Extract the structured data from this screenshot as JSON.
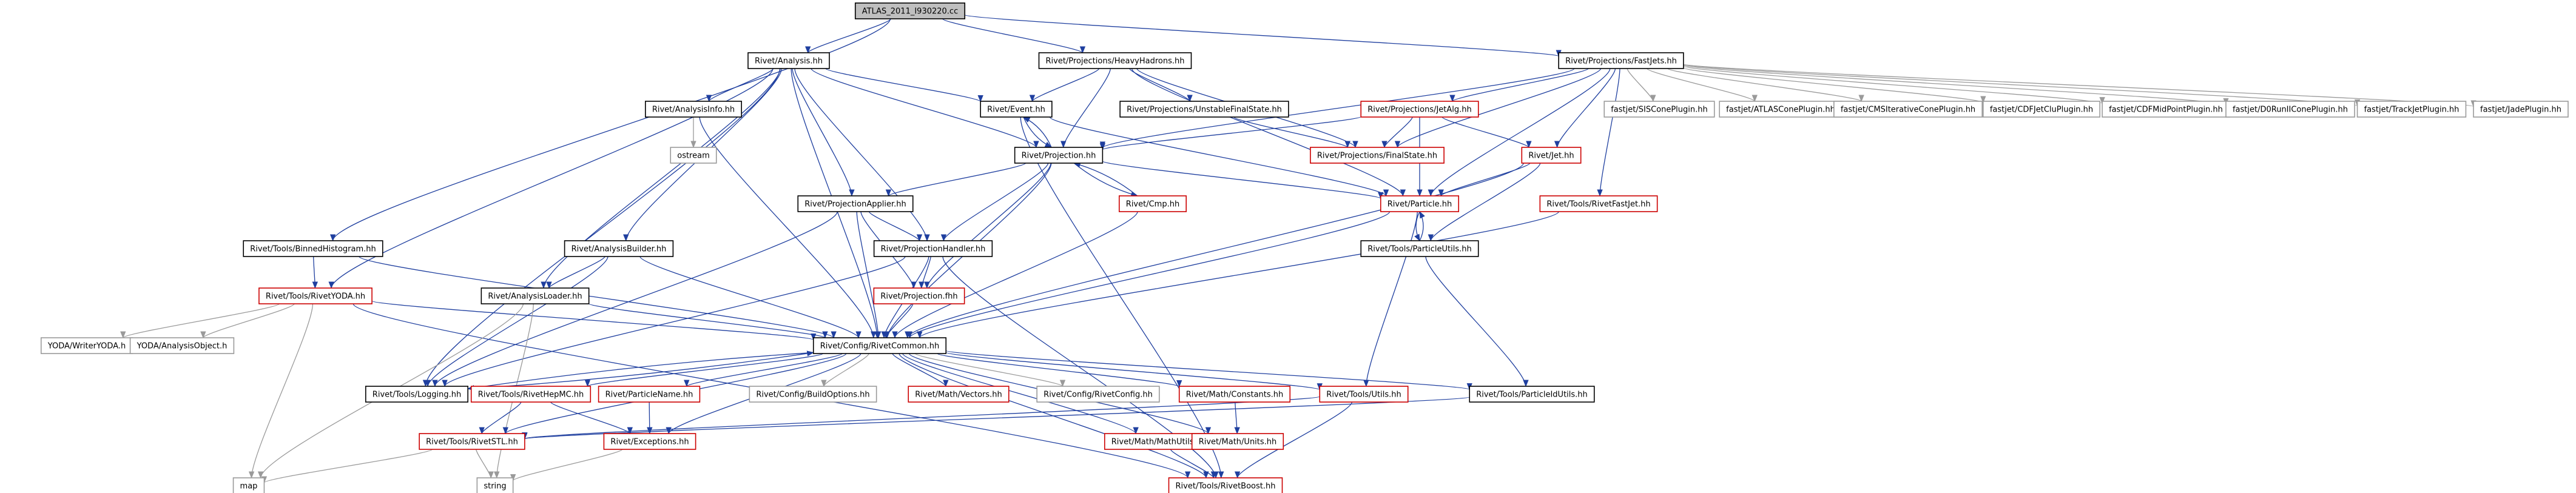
{
  "colors": {
    "black_border": "#000000",
    "red_border": "#cc0000",
    "gray_text": "#9a9a9a",
    "root_fill": "#bfbfbf",
    "edge_blue": "#1f3f9f",
    "edge_gray": "#9a9a9a",
    "text": "#000000"
  },
  "diagram": {
    "nodes": [
      {
        "id": "root",
        "label": "ATLAS_2011_I930220.cc",
        "style": "root"
      },
      {
        "id": "analysis",
        "label": "Rivet/Analysis.hh",
        "style": "black"
      },
      {
        "id": "heavyhadrons",
        "label": "Rivet/Projections/HeavyHadrons.hh",
        "style": "black"
      },
      {
        "id": "fastjets",
        "label": "Rivet/Projections/FastJets.hh",
        "style": "black"
      },
      {
        "id": "binnedhisto",
        "label": "Rivet/Tools/BinnedHistogram.hh",
        "style": "black"
      },
      {
        "id": "analysisinfo",
        "label": "Rivet/AnalysisInfo.hh",
        "style": "black"
      },
      {
        "id": "event",
        "label": "Rivet/Event.hh",
        "style": "black"
      },
      {
        "id": "unstablefs",
        "label": "Rivet/Projections/UnstableFinalState.hh",
        "style": "black"
      },
      {
        "id": "jetalg",
        "label": "Rivet/Projections/JetAlg.hh",
        "style": "red"
      },
      {
        "id": "siscone",
        "label": "fastjet/SISConePlugin.hh",
        "style": "gray"
      },
      {
        "id": "atlascone",
        "label": "fastjet/ATLASConePlugin.hh",
        "style": "gray"
      },
      {
        "id": "cmscone",
        "label": "fastjet/CMSIterativeConePlugin.hh",
        "style": "gray"
      },
      {
        "id": "cdfjetclu",
        "label": "fastjet/CDFJetCluPlugin.hh",
        "style": "gray"
      },
      {
        "id": "cdfmidpoint",
        "label": "fastjet/CDFMidPointPlugin.hh",
        "style": "gray"
      },
      {
        "id": "d0run2",
        "label": "fastjet/D0RunIIConePlugin.hh",
        "style": "gray"
      },
      {
        "id": "trackjet",
        "label": "fastjet/TrackJetPlugin.hh",
        "style": "gray"
      },
      {
        "id": "jade",
        "label": "fastjet/JadePlugin.hh",
        "style": "gray"
      },
      {
        "id": "ostream",
        "label": "ostream",
        "style": "gray"
      },
      {
        "id": "projection",
        "label": "Rivet/Projection.hh",
        "style": "black"
      },
      {
        "id": "finalstate",
        "label": "Rivet/Projections/FinalState.hh",
        "style": "red"
      },
      {
        "id": "jet",
        "label": "Rivet/Jet.hh",
        "style": "red"
      },
      {
        "id": "projapplier",
        "label": "Rivet/ProjectionApplier.hh",
        "style": "black"
      },
      {
        "id": "cmp",
        "label": "Rivet/Cmp.hh",
        "style": "red"
      },
      {
        "id": "particle",
        "label": "Rivet/Particle.hh",
        "style": "red"
      },
      {
        "id": "rivetfastjet",
        "label": "Rivet/Tools/RivetFastJet.hh",
        "style": "red"
      },
      {
        "id": "analysisbuilder",
        "label": "Rivet/AnalysisBuilder.hh",
        "style": "black"
      },
      {
        "id": "projhandler",
        "label": "Rivet/ProjectionHandler.hh",
        "style": "black"
      },
      {
        "id": "particleutils",
        "label": "Rivet/Tools/ParticleUtils.hh",
        "style": "black"
      },
      {
        "id": "rivetyoda",
        "label": "Rivet/Tools/RivetYODA.hh",
        "style": "red"
      },
      {
        "id": "analysisloader",
        "label": "Rivet/AnalysisLoader.hh",
        "style": "black"
      },
      {
        "id": "projectionfhh",
        "label": "Rivet/Projection.fhh",
        "style": "red"
      },
      {
        "id": "writeryoda",
        "label": "YODA/WriterYODA.h",
        "style": "gray"
      },
      {
        "id": "analysisobject",
        "label": "YODA/AnalysisObject.h",
        "style": "gray"
      },
      {
        "id": "rivetcommon",
        "label": "Rivet/Config/RivetCommon.hh",
        "style": "black"
      },
      {
        "id": "logging",
        "label": "Rivet/Tools/Logging.hh",
        "style": "black"
      },
      {
        "id": "rivethepmc",
        "label": "Rivet/Tools/RivetHepMC.hh",
        "style": "red"
      },
      {
        "id": "particlename",
        "label": "Rivet/ParticleName.hh",
        "style": "red"
      },
      {
        "id": "buildoptions",
        "label": "Rivet/Config/BuildOptions.hh",
        "style": "gray"
      },
      {
        "id": "vectors",
        "label": "Rivet/Math/Vectors.hh",
        "style": "red"
      },
      {
        "id": "rivetconfig",
        "label": "Rivet/Config/RivetConfig.hh",
        "style": "gray"
      },
      {
        "id": "constants",
        "label": "Rivet/Math/Constants.hh",
        "style": "red"
      },
      {
        "id": "utils",
        "label": "Rivet/Tools/Utils.hh",
        "style": "red"
      },
      {
        "id": "particleidutils",
        "label": "Rivet/Tools/ParticleIdUtils.hh",
        "style": "black"
      },
      {
        "id": "rivetstl",
        "label": "Rivet/Tools/RivetSTL.hh",
        "style": "red"
      },
      {
        "id": "exceptions",
        "label": "Rivet/Exceptions.hh",
        "style": "red"
      },
      {
        "id": "mathutils",
        "label": "Rivet/Math/MathUtils.hh",
        "style": "red"
      },
      {
        "id": "units",
        "label": "Rivet/Math/Units.hh",
        "style": "red"
      },
      {
        "id": "map",
        "label": "map",
        "style": "gray"
      },
      {
        "id": "string",
        "label": "string",
        "style": "gray"
      },
      {
        "id": "rivetboost",
        "label": "Rivet/Tools/RivetBoost.hh",
        "style": "red"
      }
    ],
    "edges": [
      [
        "root",
        "analysis"
      ],
      [
        "root",
        "heavyhadrons"
      ],
      [
        "root",
        "fastjets"
      ],
      [
        "root",
        "binnedhisto"
      ],
      [
        "analysis",
        "analysisinfo"
      ],
      [
        "analysis",
        "event"
      ],
      [
        "analysis",
        "projection"
      ],
      [
        "analysis",
        "projapplier"
      ],
      [
        "analysis",
        "projhandler"
      ],
      [
        "analysis",
        "analysisbuilder"
      ],
      [
        "analysis",
        "analysisloader"
      ],
      [
        "analysis",
        "rivetyoda"
      ],
      [
        "analysis",
        "rivetcommon"
      ],
      [
        "analysis",
        "logging"
      ],
      [
        "heavyhadrons",
        "event"
      ],
      [
        "heavyhadrons",
        "unstablefs"
      ],
      [
        "heavyhadrons",
        "finalstate"
      ],
      [
        "heavyhadrons",
        "projection"
      ],
      [
        "heavyhadrons",
        "particle"
      ],
      [
        "fastjets",
        "jetalg"
      ],
      [
        "fastjets",
        "siscone"
      ],
      [
        "fastjets",
        "atlascone"
      ],
      [
        "fastjets",
        "cmscone"
      ],
      [
        "fastjets",
        "cdfjetclu"
      ],
      [
        "fastjets",
        "cdfmidpoint"
      ],
      [
        "fastjets",
        "d0run2"
      ],
      [
        "fastjets",
        "trackjet"
      ],
      [
        "fastjets",
        "jade"
      ],
      [
        "fastjets",
        "jet"
      ],
      [
        "fastjets",
        "rivetfastjet"
      ],
      [
        "fastjets",
        "finalstate"
      ],
      [
        "fastjets",
        "particle"
      ],
      [
        "fastjets",
        "projection"
      ],
      [
        "binnedhisto",
        "rivetyoda"
      ],
      [
        "binnedhisto",
        "rivetcommon"
      ],
      [
        "analysisinfo",
        "ostream"
      ],
      [
        "analysisinfo",
        "rivetcommon"
      ],
      [
        "event",
        "projection"
      ],
      [
        "event",
        "particle"
      ],
      [
        "event",
        "rivetboost"
      ],
      [
        "unstablefs",
        "finalstate"
      ],
      [
        "jetalg",
        "projection"
      ],
      [
        "jetalg",
        "finalstate"
      ],
      [
        "jetalg",
        "jet"
      ],
      [
        "jetalg",
        "particle"
      ],
      [
        "projection",
        "event"
      ],
      [
        "projection",
        "projapplier"
      ],
      [
        "projection",
        "projhandler"
      ],
      [
        "projection",
        "cmp"
      ],
      [
        "projection",
        "projectionfhh"
      ],
      [
        "projection",
        "particle"
      ],
      [
        "projection",
        "rivetcommon"
      ],
      [
        "jet",
        "particle"
      ],
      [
        "jet",
        "particleutils"
      ],
      [
        "jet",
        "rivetcommon"
      ],
      [
        "projapplier",
        "projhandler"
      ],
      [
        "projapplier",
        "projectionfhh"
      ],
      [
        "projapplier",
        "rivetcommon"
      ],
      [
        "projapplier",
        "logging"
      ],
      [
        "cmp",
        "projection"
      ],
      [
        "cmp",
        "rivetcommon"
      ],
      [
        "particle",
        "particleutils"
      ],
      [
        "particle",
        "rivetcommon"
      ],
      [
        "particle",
        "utils"
      ],
      [
        "particleutils",
        "particle"
      ],
      [
        "particleutils",
        "particleidutils"
      ],
      [
        "rivetfastjet",
        "rivetcommon"
      ],
      [
        "analysisbuilder",
        "analysisloader"
      ],
      [
        "analysisbuilder",
        "rivetcommon"
      ],
      [
        "analysisbuilder",
        "logging"
      ],
      [
        "projhandler",
        "projectionfhh"
      ],
      [
        "projhandler",
        "rivetcommon"
      ],
      [
        "projhandler",
        "logging"
      ],
      [
        "projhandler",
        "rivetboost"
      ],
      [
        "rivetyoda",
        "writeryoda"
      ],
      [
        "rivetyoda",
        "analysisobject"
      ],
      [
        "rivetyoda",
        "rivetcommon"
      ],
      [
        "rivetyoda",
        "map"
      ],
      [
        "rivetyoda",
        "rivetboost"
      ],
      [
        "analysisloader",
        "rivetcommon"
      ],
      [
        "analysisloader",
        "map"
      ],
      [
        "analysisloader",
        "string"
      ],
      [
        "projectionfhh",
        "rivetcommon"
      ],
      [
        "rivetcommon",
        "logging"
      ],
      [
        "rivetcommon",
        "rivethepmc"
      ],
      [
        "rivetcommon",
        "particlename"
      ],
      [
        "rivetcommon",
        "buildoptions"
      ],
      [
        "rivetcommon",
        "vectors"
      ],
      [
        "rivetcommon",
        "rivetconfig"
      ],
      [
        "rivetcommon",
        "constants"
      ],
      [
        "rivetcommon",
        "utils"
      ],
      [
        "rivetcommon",
        "particleidutils"
      ],
      [
        "rivetcommon",
        "rivetstl"
      ],
      [
        "rivetcommon",
        "exceptions"
      ],
      [
        "rivetcommon",
        "mathutils"
      ],
      [
        "rivetcommon",
        "units"
      ],
      [
        "rivetcommon",
        "rivetboost"
      ],
      [
        "logging",
        "rivetcommon"
      ],
      [
        "rivethepmc",
        "rivetstl"
      ],
      [
        "rivethepmc",
        "exceptions"
      ],
      [
        "particlename",
        "exceptions"
      ],
      [
        "utils",
        "rivetstl"
      ],
      [
        "utils",
        "rivetboost"
      ],
      [
        "particleidutils",
        "rivetstl"
      ],
      [
        "rivetstl",
        "map"
      ],
      [
        "rivetstl",
        "string"
      ],
      [
        "exceptions",
        "string"
      ],
      [
        "mathutils",
        "rivetboost"
      ],
      [
        "constants",
        "units"
      ]
    ]
  }
}
